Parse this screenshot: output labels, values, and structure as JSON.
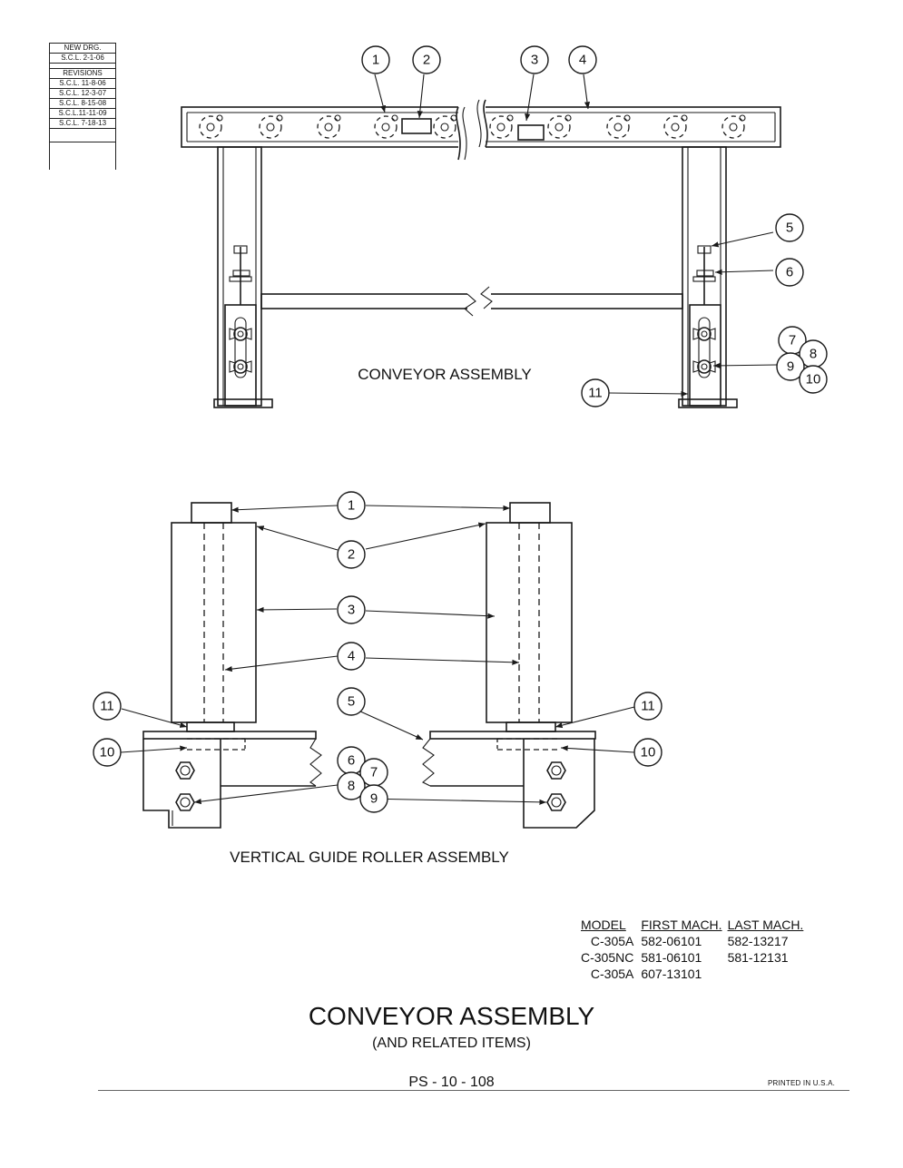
{
  "revision_block": {
    "new_drg_label": "NEW DRG.",
    "new_drg_entry": "S.C.L. 2-1-06",
    "revisions_label": "REVISIONS",
    "entries": [
      "S.C.L. 11-8-06",
      "S.C.L. 12-3-07",
      "S.C.L. 8-15-08",
      "S.C.L.11-11-09",
      "S.C.L. 7-18-13"
    ]
  },
  "top_view": {
    "label": "CONVEYOR ASSEMBLY",
    "callouts": [
      "1",
      "2",
      "3",
      "4",
      "5",
      "6",
      "7",
      "8",
      "9",
      "10",
      "11"
    ]
  },
  "bottom_view": {
    "label": "VERTICAL GUIDE ROLLER ASSEMBLY",
    "callouts": [
      "1",
      "2",
      "3",
      "4",
      "5",
      "6",
      "7",
      "8",
      "9",
      "10",
      "11",
      "11",
      "10"
    ]
  },
  "model_table": {
    "headers": [
      "MODEL",
      "FIRST MACH.",
      "LAST MACH."
    ],
    "rows": [
      {
        "model": "C-305A",
        "first": "582-06101",
        "last": "582-13217"
      },
      {
        "model": "C-305NC",
        "first": "581-06101",
        "last": "581-12131"
      },
      {
        "model": "C-305A",
        "first": "607-13101",
        "last": ""
      }
    ]
  },
  "title": "CONVEYOR ASSEMBLY",
  "subtitle": "(AND RELATED ITEMS)",
  "page_number": "PS - 10 - 108",
  "printed": "PRINTED IN U.S.A."
}
